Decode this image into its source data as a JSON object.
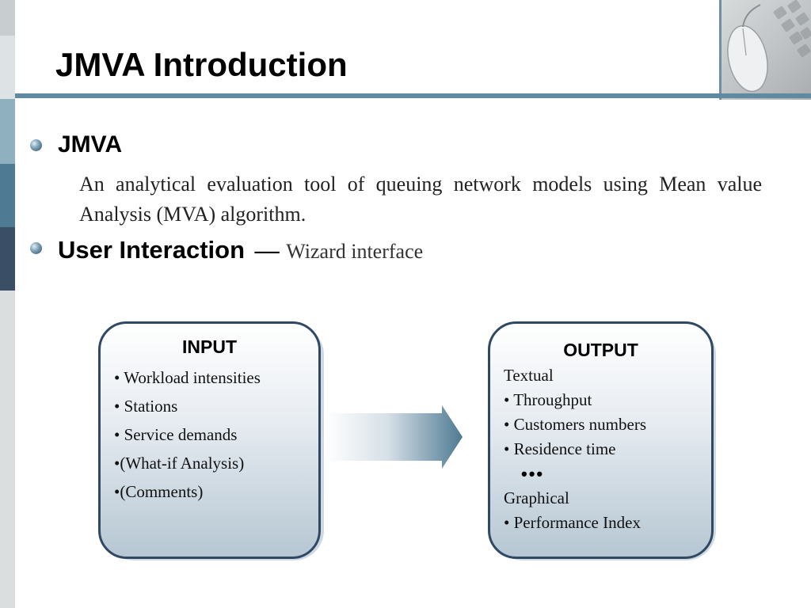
{
  "slide": {
    "title": "JMVA Introduction",
    "bullets": [
      {
        "heading": "JMVA",
        "description": "An analytical evaluation tool of queuing network models using Mean value Analysis (MVA) algorithm."
      },
      {
        "heading": "User Interaction",
        "dash": "—",
        "detail": "Wizard interface"
      }
    ]
  },
  "input_box": {
    "title": "INPUT",
    "items": [
      "• Workload intensities",
      "• Stations",
      "• Service demands",
      "•(What-if Analysis)",
      "•(Comments)"
    ]
  },
  "output_box": {
    "title": "OUTPUT",
    "textual_label": "Textual",
    "textual_items": [
      "•  Throughput",
      "•  Customers numbers",
      "•  Residence time"
    ],
    "ellipsis": "•••",
    "graphical_label": "Graphical",
    "graphical_items": [
      "•  Performance Index"
    ]
  },
  "colors": {
    "accent": "#5f8aa2",
    "box_border": "#2f4964",
    "arrow": "#4f7a93"
  },
  "icons": {
    "photo": "mouse-keyboard-photo",
    "bullet": "round-bullet-icon",
    "arrow": "right-arrow-icon"
  }
}
